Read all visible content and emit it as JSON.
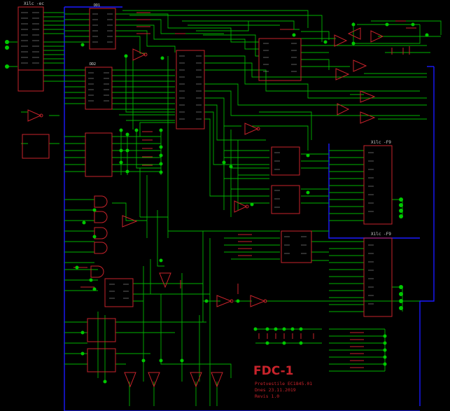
{
  "schematic": {
    "title": "FDC-1",
    "info_lines": [
      "Pretvestile EC1845.01",
      "Dnes 23.11.2019",
      "Revis 1.0"
    ],
    "connector_labels": [
      "Xilc -ec",
      "Xilc -F9",
      "Xilc -F9"
    ],
    "ic_labels": [
      "DD1",
      "DD2"
    ],
    "colors": {
      "background": "#000000",
      "wire": "#00b400",
      "bus": "#1a1aff",
      "symbol": "#c8232b",
      "junction": "#00c800",
      "pin_text": "#d8d8d8"
    }
  }
}
